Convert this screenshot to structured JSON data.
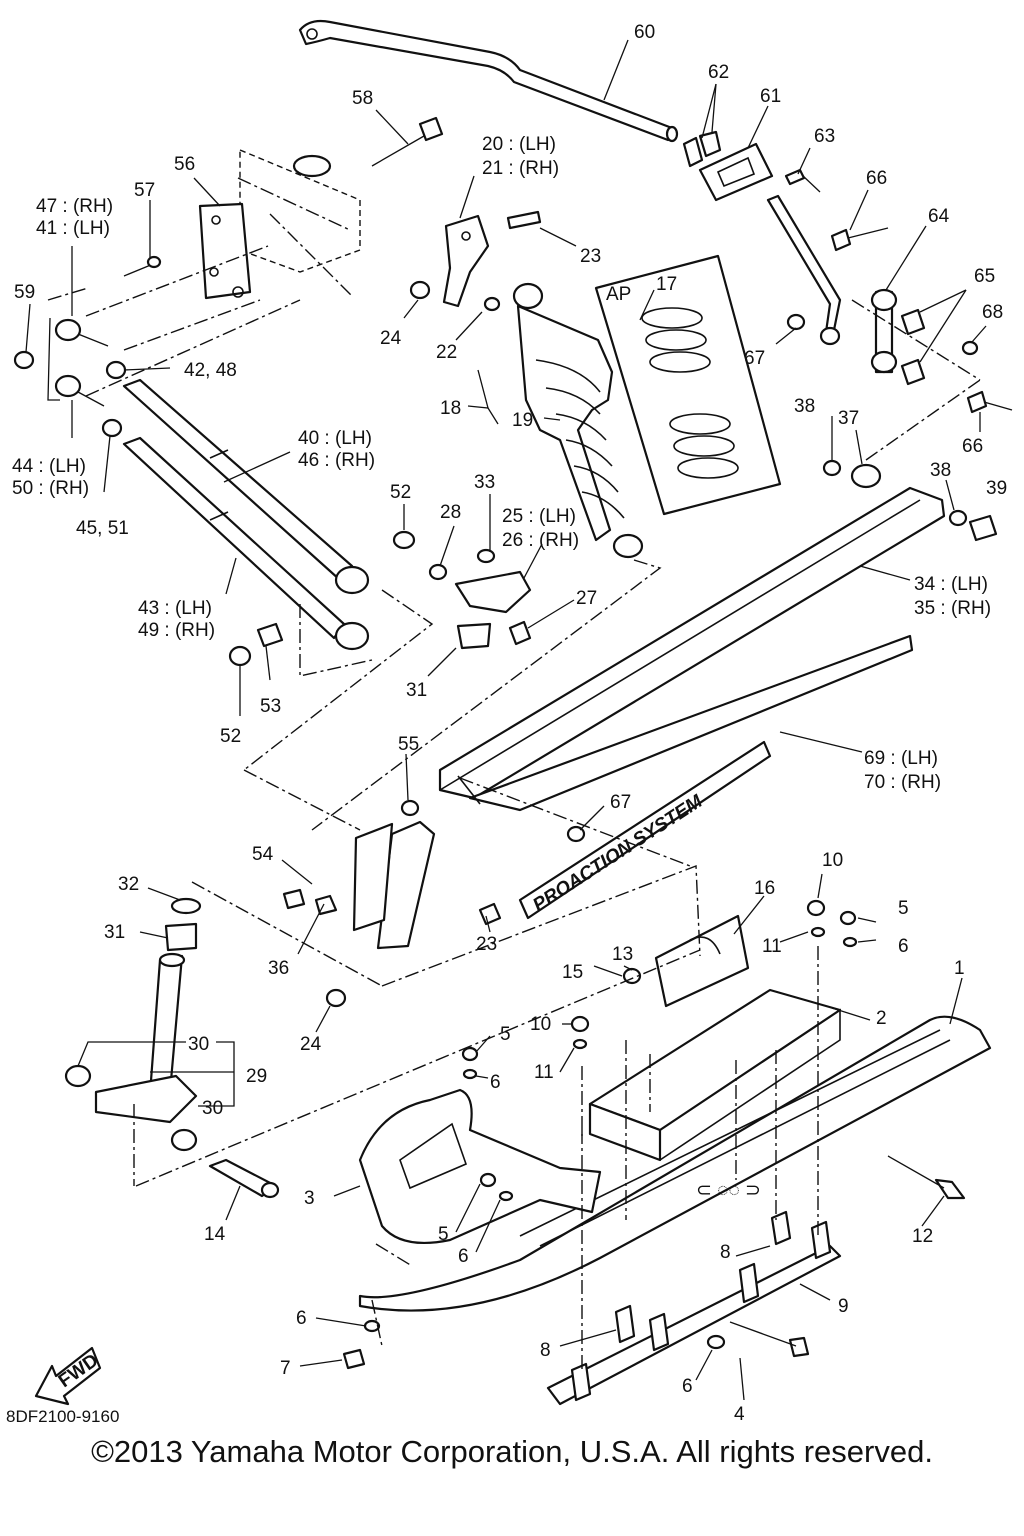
{
  "diagram_code": "8DF2100-9160",
  "copyright": "©2013 Yamaha Motor Corporation, U.S.A. All rights reserved.",
  "labels": {
    "p1": "1",
    "p2": "2",
    "p3": "3",
    "p4": "4",
    "p5a": "5",
    "p5b": "5",
    "p5c": "5",
    "p6a": "6",
    "p6b": "6",
    "p6c": "6",
    "p6d": "6",
    "p6e": "6",
    "p7": "7",
    "p8a": "8",
    "p8b": "8",
    "p9": "9",
    "p10a": "10",
    "p10b": "10",
    "p11a": "11",
    "p11b": "11",
    "p12": "12",
    "p13": "13",
    "p14": "14",
    "p15": "15",
    "p16": "16",
    "p17": "17",
    "p18": "18",
    "p19": "19",
    "p20_21_a": "20 : (LH)",
    "p20_21_b": "21 : (RH)",
    "p22": "22",
    "p23a": "23",
    "p23b": "23",
    "p24a": "24",
    "p24b": "24",
    "p25_26_a": "25 : (LH)",
    "p25_26_b": "26 : (RH)",
    "p27": "27",
    "p28": "28",
    "p29": "29",
    "p30a": "30",
    "p30b": "30",
    "p31a": "31",
    "p31b": "31",
    "p32": "32",
    "p33": "33",
    "p34_35_a": "34 : (LH)",
    "p34_35_b": "35 : (RH)",
    "p36": "36",
    "p37": "37",
    "p38a": "38",
    "p38b": "38",
    "p39": "39",
    "p40_46_a": "40 : (LH)",
    "p40_46_b": "46 : (RH)",
    "p47_41_a": "47 : (RH)",
    "p47_41_b": "41 : (LH)",
    "p42_48": "42, 48",
    "p43_49_a": "43 : (LH)",
    "p43_49_b": "49 : (RH)",
    "p44_50_a": "44 : (LH)",
    "p44_50_b": "50 : (RH)",
    "p45_51": "45, 51",
    "p52a": "52",
    "p52b": "52",
    "p53": "53",
    "p54": "54",
    "p55": "55",
    "p56": "56",
    "p57": "57",
    "p58": "58",
    "p59": "59",
    "p60": "60",
    "p61": "61",
    "p62": "62",
    "p63": "63",
    "p64": "64",
    "p65": "65",
    "p66a": "66",
    "p66b": "66",
    "p67a": "67",
    "p67b": "67",
    "p68": "68",
    "p69_70_a": "69 : (LH)",
    "p69_70_b": "70 : (RH)",
    "ap": "AP",
    "fwd": "FWD",
    "decal": "PROACTION SYSTEM"
  }
}
